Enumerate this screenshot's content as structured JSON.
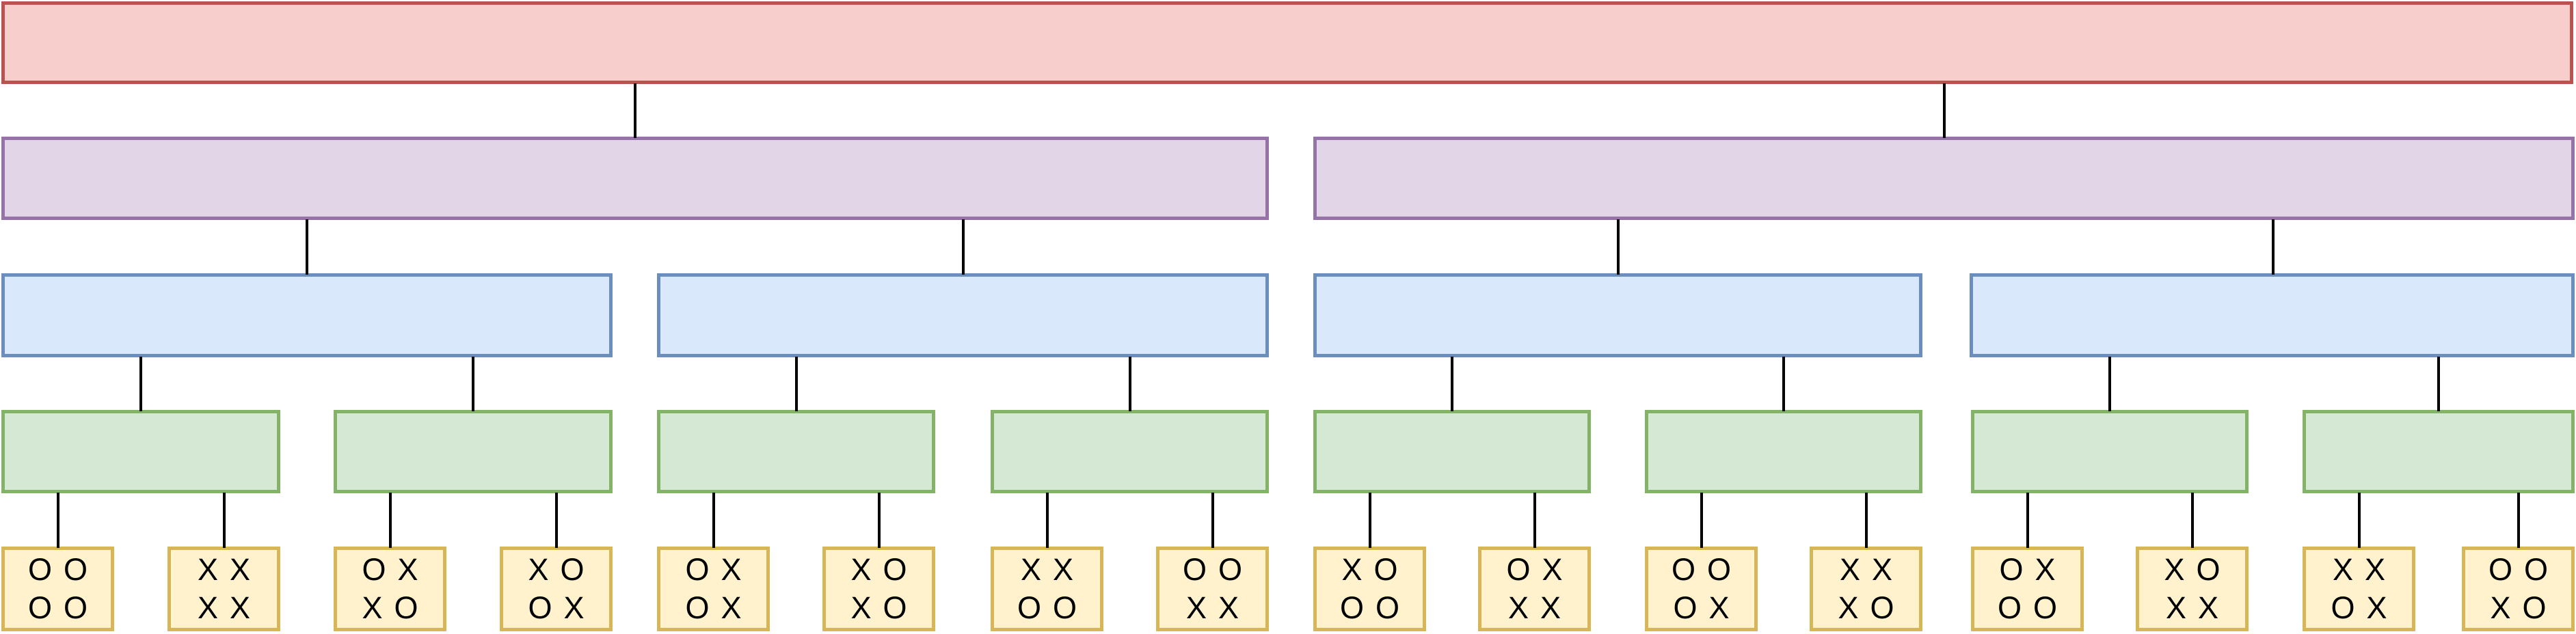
{
  "diagram": {
    "kind": "tree",
    "edge_color": "#000000",
    "background": "#ffffff",
    "node_levels": [
      {
        "level": 1,
        "fill": "#f8cecc",
        "stroke": "#b85450",
        "count": 1,
        "label": ""
      },
      {
        "level": 2,
        "fill": "#e1d5e7",
        "stroke": "#9673a6",
        "count": 2,
        "label": ""
      },
      {
        "level": 3,
        "fill": "#dae8fc",
        "stroke": "#6c8ebf",
        "count": 4,
        "label": ""
      },
      {
        "level": 4,
        "fill": "#d5e8d4",
        "stroke": "#82b366",
        "count": 8,
        "label": ""
      },
      {
        "level": 5,
        "fill": "#fff2cc",
        "stroke": "#d6b656",
        "count": 16,
        "label": "2x2 X/O boards"
      }
    ],
    "leaves": [
      {
        "rows": [
          "OO",
          "OO"
        ]
      },
      {
        "rows": [
          "XX",
          "XX"
        ]
      },
      {
        "rows": [
          "OX",
          "XO"
        ]
      },
      {
        "rows": [
          "XO",
          "OX"
        ]
      },
      {
        "rows": [
          "OX",
          "OX"
        ]
      },
      {
        "rows": [
          "XO",
          "XO"
        ]
      },
      {
        "rows": [
          "XX",
          "OO"
        ]
      },
      {
        "rows": [
          "OO",
          "XX"
        ]
      },
      {
        "rows": [
          "XO",
          "OO"
        ]
      },
      {
        "rows": [
          "OX",
          "XX"
        ]
      },
      {
        "rows": [
          "OO",
          "OX"
        ]
      },
      {
        "rows": [
          "XX",
          "XO"
        ]
      },
      {
        "rows": [
          "OX",
          "OO"
        ]
      },
      {
        "rows": [
          "XO",
          "XX"
        ]
      },
      {
        "rows": [
          "XX",
          "OX"
        ]
      },
      {
        "rows": [
          "OO",
          "XO"
        ]
      }
    ]
  }
}
